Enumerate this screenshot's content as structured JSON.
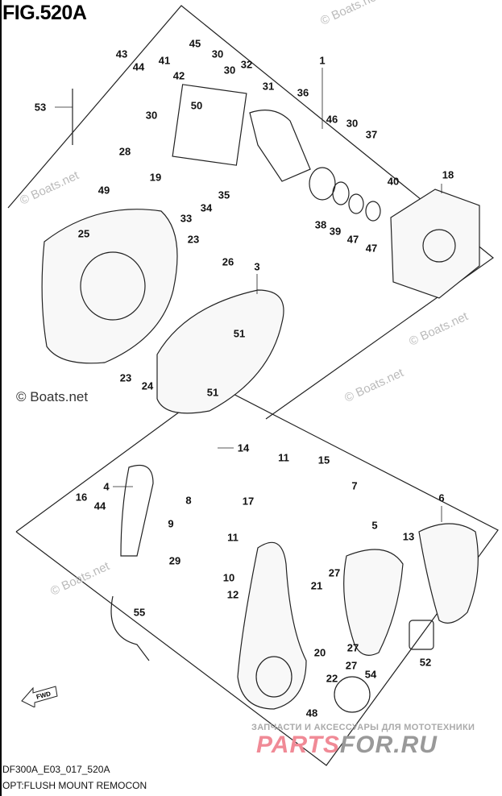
{
  "header": {
    "title": "FIG.520A"
  },
  "footer": {
    "code": "DF300A_E03_017_520A",
    "caption": "OPT:FLUSH MOUNT REMOCON"
  },
  "watermarks": {
    "boats": "© Boats.net",
    "ru_line": "ЗАПЧАСТИ И АКСЕССУАРЫ ДЛЯ МОТОТЕХНИКИ",
    "ru_logo_a": "PARTS",
    "ru_logo_b": "FOR.RU"
  },
  "fwd_label": "FWD",
  "callouts": [
    "1",
    "43",
    "44",
    "41",
    "42",
    "45",
    "30",
    "30",
    "32",
    "50",
    "30",
    "28",
    "19",
    "31",
    "36",
    "46",
    "30",
    "37",
    "53",
    "40",
    "18",
    "49",
    "25",
    "35",
    "33",
    "34",
    "38",
    "39",
    "47",
    "47",
    "3",
    "23",
    "26",
    "51",
    "51",
    "23",
    "24",
    "14",
    "11",
    "15",
    "7",
    "4",
    "16",
    "44",
    "8",
    "17",
    "6",
    "9",
    "11",
    "5",
    "13",
    "29",
    "10",
    "12",
    "21",
    "27",
    "55",
    "52",
    "20",
    "27",
    "22",
    "27",
    "54",
    "48"
  ]
}
